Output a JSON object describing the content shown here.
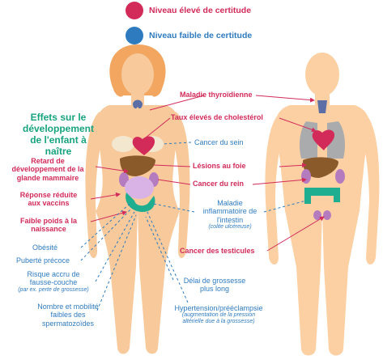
{
  "legend": {
    "high": {
      "label": "Niveau élevé de certitude",
      "color": "#d22b5a"
    },
    "low": {
      "label": "Niveau faible de certitude",
      "color": "#2f7bbf"
    }
  },
  "heading": [
    "Effets sur le",
    "développement",
    "de l'enfant à",
    "naître"
  ],
  "colors": {
    "skin_female": "#f7c99b",
    "hair": "#f2a660",
    "skin_male": "#fcd0a3",
    "heading": "#17a37f",
    "thyroid": "#5b6fa6",
    "heart": "#d22b5a",
    "liver": "#8b5a2b",
    "lungs": "#a9abad",
    "kidney": "#b57bbf",
    "intestine": "#1fae8f",
    "breast": "#f3e7cf",
    "uterus": "#d9b3e6"
  },
  "labels": {
    "thyroid": "Maladie thyroïdienne",
    "cholesterol": "Taux élevés de cholestérol",
    "breast_cancer": "Cancer du sein",
    "liver": "Lésions au foie",
    "kidney_cancer": "Cancer du rein",
    "ibd": [
      "Maladie",
      "inflammatoire de",
      "l'intestin"
    ],
    "ibd_note": "(colite ulcéreuse)",
    "testicular": "Cancer des testicules",
    "mammary": [
      "Retard de",
      "développement de la",
      "glande mammaire"
    ],
    "vaccine": [
      "Réponse réduite",
      "aux vaccins"
    ],
    "birthweight": [
      "Faible poids à la",
      "naissance"
    ],
    "obesity": "Obésité",
    "puberty": "Puberté précoce",
    "miscarriage": [
      "Risque accru de",
      "fausse-couche"
    ],
    "miscarriage_note": "(par ex. perte de grossesse)",
    "sperm": [
      "Nombre et mobilité",
      "faibles des",
      "spermatozoïdes"
    ],
    "pregnancy_delay": [
      "Délai de grossesse",
      "plus long"
    ],
    "hypertension": "Hypertension/prééclampsie",
    "hypertension_note": [
      "(augmentation de la pression",
      "altérielle due à la grossesse)"
    ]
  }
}
